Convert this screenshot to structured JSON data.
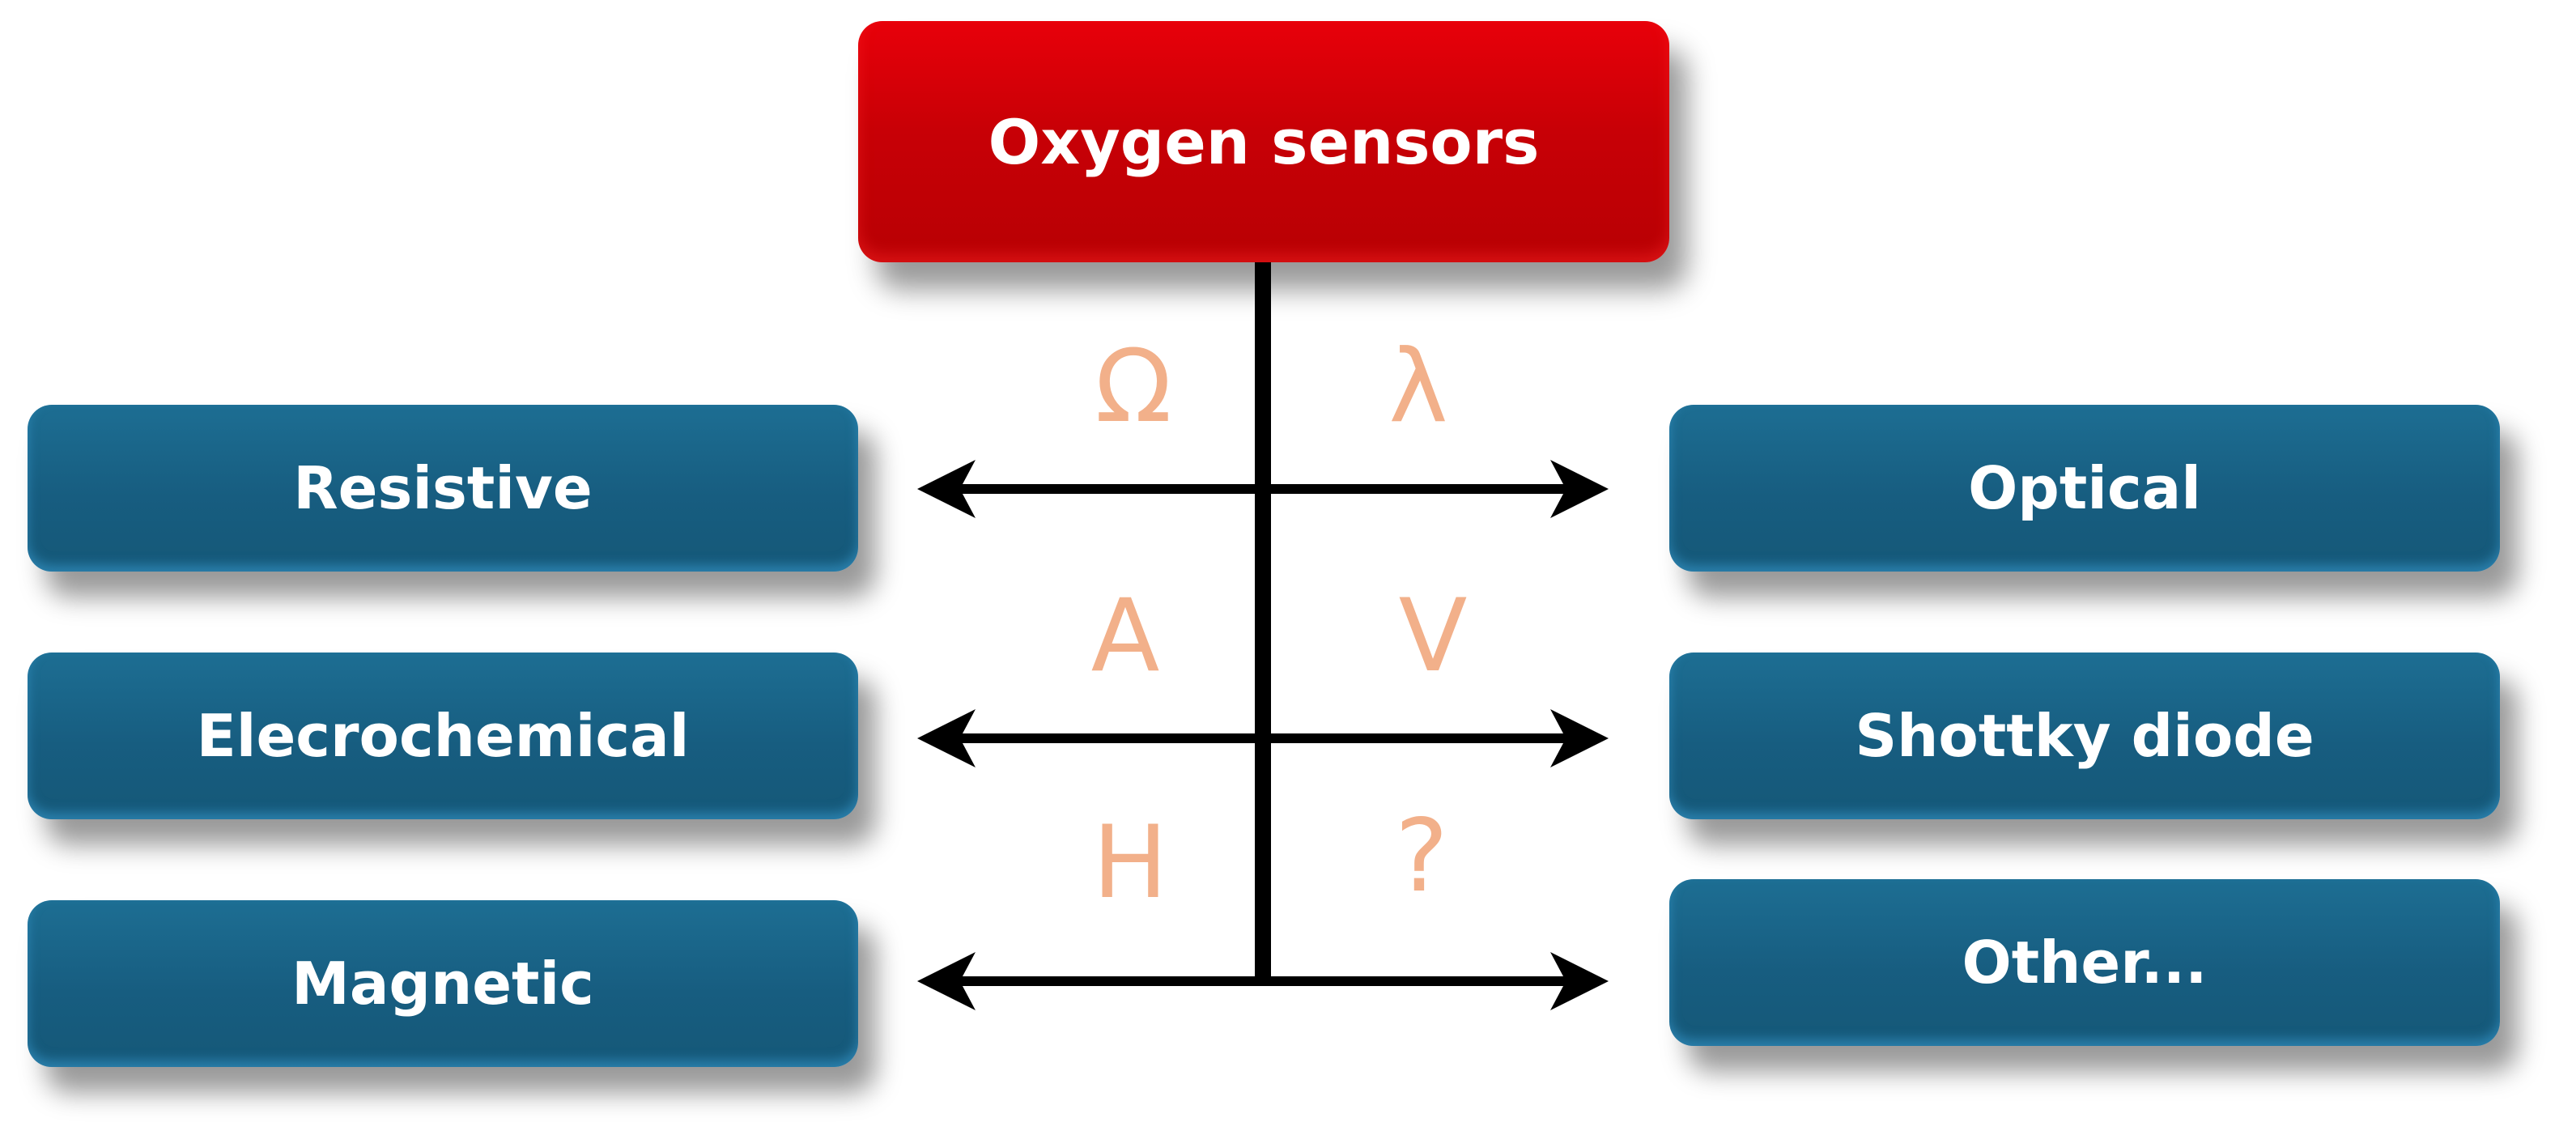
{
  "diagram": {
    "root": {
      "label": "Oxygen sensors"
    },
    "left_categories": [
      {
        "label": "Resistive"
      },
      {
        "label": "Elecrochemical"
      },
      {
        "label": "Magnetic"
      }
    ],
    "right_categories": [
      {
        "label": "Optical"
      },
      {
        "label": "Shottky diode"
      },
      {
        "label": "Other..."
      }
    ],
    "symbols": {
      "omega": "Ω",
      "lambda": "λ",
      "a": "A",
      "v": "V",
      "h": "H",
      "question": "?"
    },
    "colors": {
      "root_box": "#c80006",
      "category_box": "#175d80",
      "symbol_text": "#f2b08a",
      "connector": "#000000"
    }
  }
}
